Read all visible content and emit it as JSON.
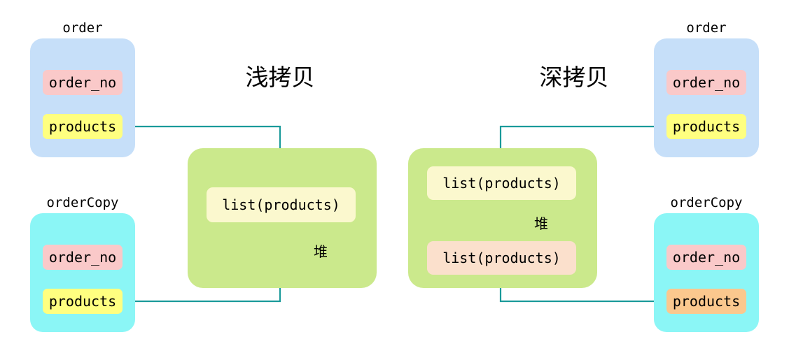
{
  "diagram": {
    "titles": {
      "shallow": "浅拷贝",
      "deep": "深拷贝"
    },
    "heap_label": "堆",
    "list_label": "list(products)",
    "left": {
      "order": {
        "title": "order",
        "fields": {
          "order_no": "order_no",
          "products": "products"
        }
      },
      "order_copy": {
        "title": "orderCopy",
        "fields": {
          "order_no": "order_no",
          "products": "products"
        }
      },
      "heap": {
        "label": "堆",
        "items": [
          {
            "label": "list(products)",
            "color": "#fbf8ce"
          }
        ]
      }
    },
    "right": {
      "order": {
        "title": "order",
        "fields": {
          "order_no": "order_no",
          "products": "products"
        }
      },
      "order_copy": {
        "title": "orderCopy",
        "fields": {
          "order_no": "order_no",
          "products": "products"
        }
      },
      "heap": {
        "label": "堆",
        "items": [
          {
            "label": "list(products)",
            "color": "#fbf8ce"
          },
          {
            "label": "list(products)",
            "color": "#fbe0cc"
          }
        ]
      }
    },
    "colors": {
      "card_order": "#c6dff9",
      "card_order_copy": "#8bf6f6",
      "field_order_no": "#fac9c9",
      "field_products_yellow": "#ffff80",
      "field_products_orange": "#fbc88e",
      "heap_green": "#cbe98c",
      "list_cream": "#fbf8ce",
      "list_peach": "#fbe0cc",
      "arrow": "#1a9a9a",
      "background": "#ffffff"
    }
  }
}
